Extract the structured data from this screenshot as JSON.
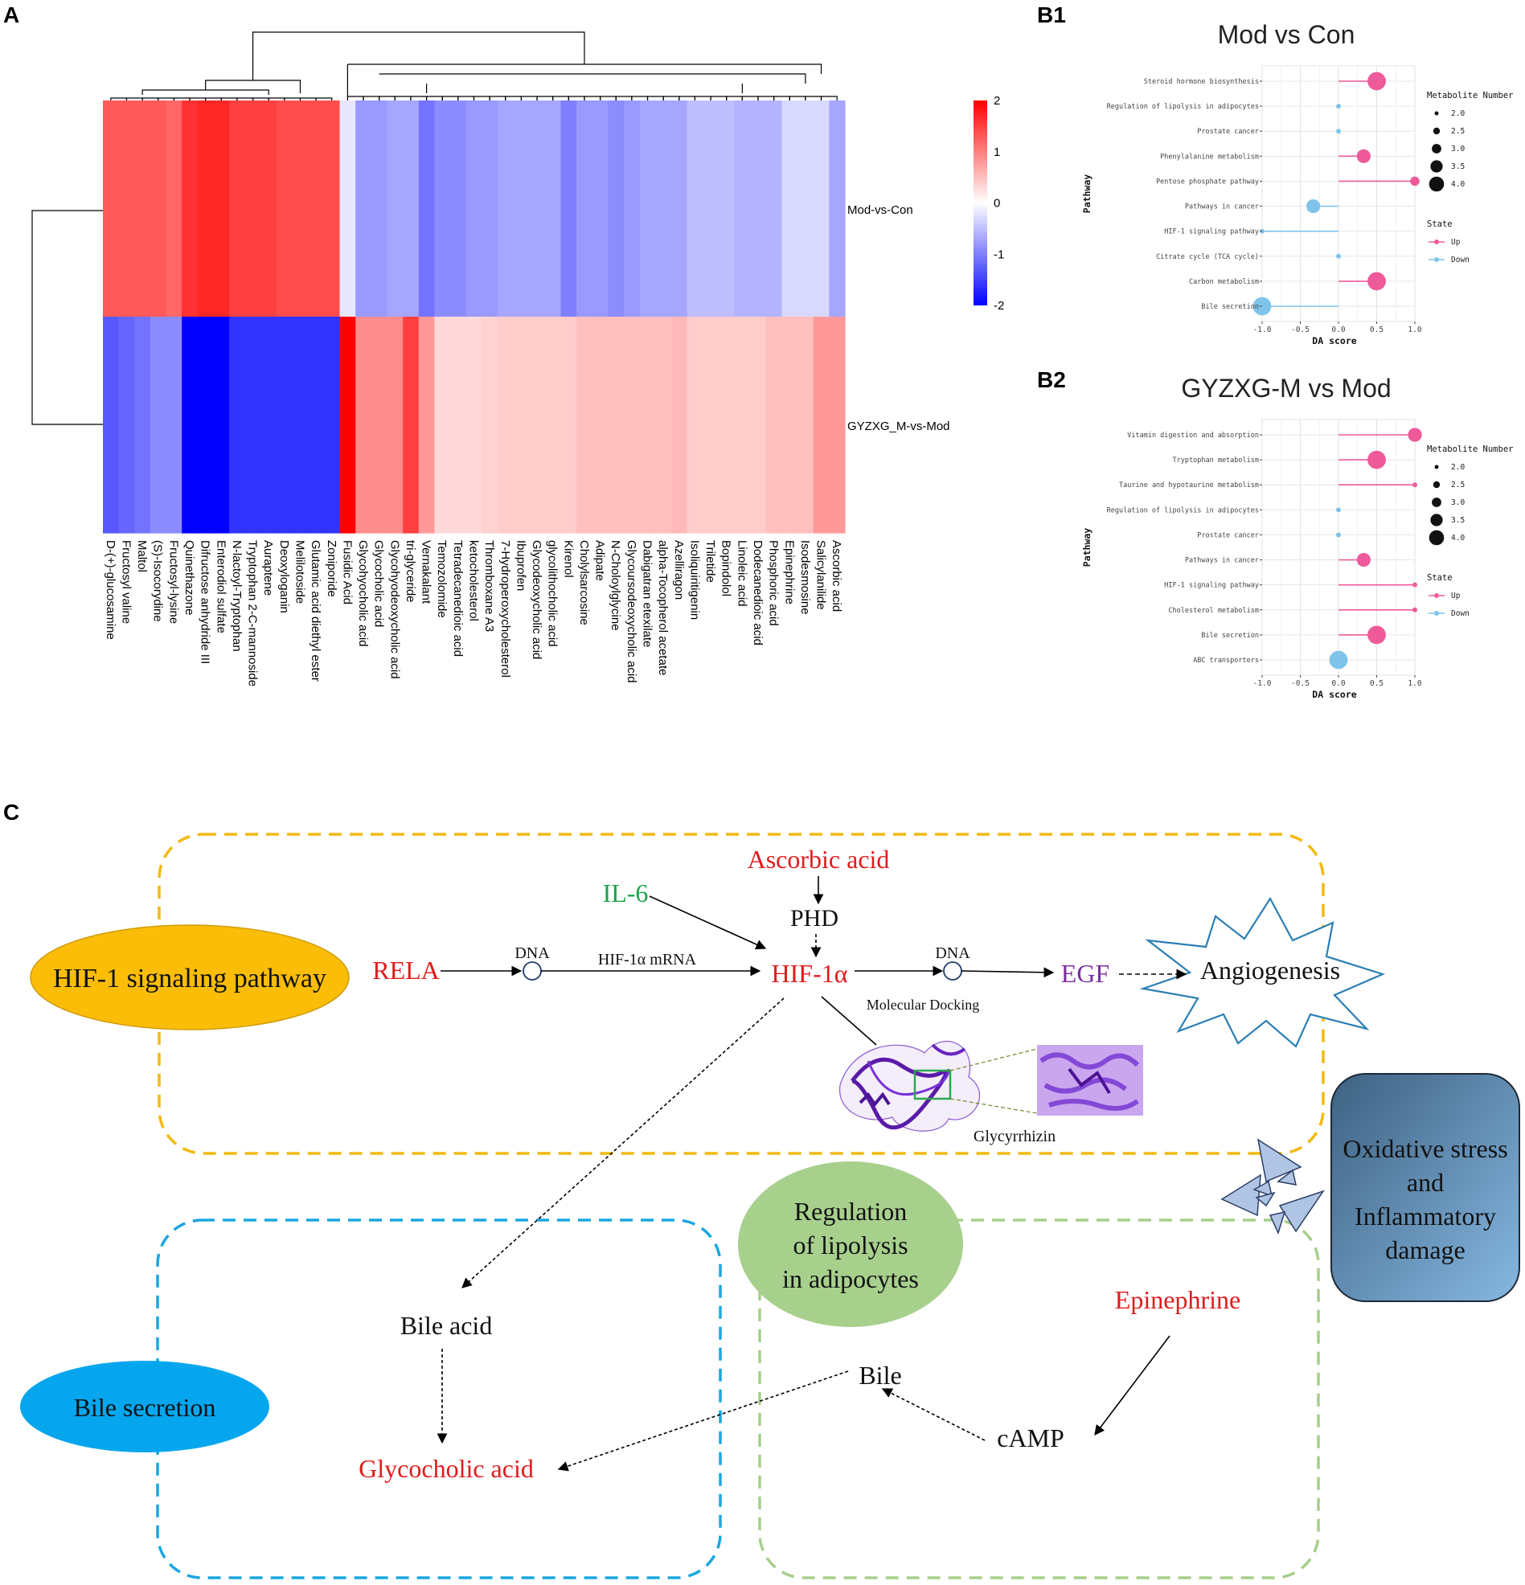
{
  "panels": {
    "a": "A",
    "b1": "B1",
    "b2": "B2",
    "c": "C"
  },
  "chart_data": [
    {
      "type": "heatmap",
      "rows": [
        "Mod-vs-Con",
        "GYZXG_M-vs-Mod"
      ],
      "columns": [
        "D-(+)-glucosamine",
        "Fructosyl valine",
        "Maltol",
        "(S)-Isocorydine",
        "Fructosyl-lysine",
        "Quinethazone",
        "Difructose anhydride III",
        "Enterodiol sulfate",
        "N-lactoyl-Tryptophan",
        "Tryptophan 2-C-mannoside",
        "Auraptene",
        "Deoxyloganin",
        "Melilotoside",
        "Glutamic acid diethyl ester",
        "Zoniporide",
        "Fusidic Acid",
        "Glycohyocholic acid",
        "Glycocholic acid",
        "Glycohyodeoxycholic acid",
        "tri-glyceride",
        "Vernakalant",
        "Temozolomide",
        "Tetradecanedioic acid",
        "ketocholesterol",
        "Thromboxane A3",
        "7-Hydroperoxycholesterol",
        "Ibuprofen",
        "Glycodeoxycholic acid",
        "glycolithocholic acid",
        "Kirenol",
        "Cholylsarcosine",
        "Adipate",
        "N-Choloylglycine",
        "Glycoursodeoxycholic acid",
        "Dabigatran etexilate",
        "alpha-Tocopherol acetate",
        "Azelliragon",
        "Isoliquiritigenin",
        "Triletide",
        "Bopindolol",
        "Linoleic acid",
        "Dodecanedioic acid",
        "Phosphoric acid",
        "Epinephrine",
        "Isodesmosine",
        "Salicylanilide",
        "Ascorbic acid"
      ],
      "values": [
        [
          1.3,
          1.3,
          1.3,
          1.3,
          1.2,
          1.6,
          1.7,
          1.7,
          1.5,
          1.5,
          1.5,
          1.4,
          1.4,
          1.4,
          1.4,
          -0.2,
          -0.8,
          -0.8,
          -0.7,
          -0.7,
          -1.1,
          -0.9,
          -0.9,
          -0.8,
          -0.8,
          -0.7,
          -0.7,
          -0.7,
          -0.7,
          -1.0,
          -0.8,
          -0.8,
          -0.9,
          -0.8,
          -0.7,
          -0.7,
          -0.7,
          -0.5,
          -0.5,
          -0.5,
          -0.6,
          -0.6,
          -0.6,
          -0.3,
          -0.3,
          -0.3,
          -0.7
        ],
        [
          -1.3,
          -1.2,
          -1.1,
          -0.9,
          -0.9,
          -2.3,
          -2.0,
          -2.0,
          -1.6,
          -1.6,
          -1.6,
          -1.6,
          -1.6,
          -1.6,
          -1.6,
          2.5,
          0.9,
          0.9,
          0.9,
          1.5,
          0.8,
          0.3,
          0.3,
          0.3,
          0.35,
          0.4,
          0.4,
          0.4,
          0.4,
          0.4,
          0.5,
          0.5,
          0.5,
          0.5,
          0.5,
          0.5,
          0.55,
          0.4,
          0.4,
          0.4,
          0.4,
          0.4,
          0.5,
          0.5,
          0.5,
          0.8,
          0.8
        ]
      ],
      "color_scale": {
        "min": -2,
        "max": 2,
        "ticks": [
          2,
          1,
          0,
          -1,
          -2
        ],
        "low_color": "#0000ff",
        "mid_color": "#ffffff",
        "high_color": "#ff0000"
      },
      "dendrograms": {
        "rows": true,
        "columns": true
      }
    },
    {
      "type": "scatter",
      "title": "Mod vs Con",
      "xlabel": "DA score",
      "ylabel": "Pathway",
      "xlim": [
        -1.0,
        1.0
      ],
      "xticks": [
        "-1.0",
        "-0.5",
        "0.0",
        "0.5",
        "1.0"
      ],
      "categories": [
        "Steroid hormone biosynthesis",
        "Regulation of lipolysis in adipocytes",
        "Prostate cancer",
        "Phenylalanine metabolism",
        "Pentose phosphate pathway",
        "Pathways in cancer",
        "HIF-1 signaling pathway",
        "Citrate cycle (TCA cycle)",
        "Carbon metabolism",
        "Bile secretion"
      ],
      "da_score": [
        0.5,
        0.0,
        0.0,
        0.33,
        1.0,
        -0.33,
        -1.0,
        0.0,
        0.5,
        -1.0
      ],
      "metabolite_number": [
        4,
        1,
        1,
        3,
        2,
        3,
        1,
        1,
        4,
        4
      ],
      "state": [
        "Up",
        "Down",
        "Down",
        "Up",
        "Up",
        "Down",
        "Down",
        "Down",
        "Up",
        "Down"
      ],
      "legend": {
        "size_title": "Metabolite Number",
        "size_values": [
          "2.0",
          "2.5",
          "3.0",
          "3.5",
          "4.0"
        ],
        "color_title": "State",
        "color_values": [
          "Up",
          "Down"
        ],
        "position": "right"
      },
      "colors": {
        "Up": "#ee5a9a",
        "Down": "#7ec3ea"
      }
    },
    {
      "type": "scatter",
      "title": "GYZXG-M vs Mod",
      "xlabel": "DA score",
      "ylabel": "Pathway",
      "xlim": [
        -1.0,
        1.0
      ],
      "xticks": [
        "-1.0",
        "-0.5",
        "0.0",
        "0.5",
        "1.0"
      ],
      "categories": [
        "Vitamin digestion and absorption",
        "Tryptophan metabolism",
        "Taurine and hypotaurine metabolism",
        "Regulation of lipolysis in adipocytes",
        "Prostate cancer",
        "Pathways in cancer",
        "HIF-1 signaling pathway",
        "Cholesterol metabolism",
        "Bile secretion",
        "ABC transporters"
      ],
      "da_score": [
        1.0,
        0.5,
        1.0,
        0.0,
        0.0,
        0.33,
        1.0,
        1.0,
        0.5,
        0.0
      ],
      "metabolite_number": [
        3,
        4,
        1,
        1,
        1,
        3,
        1,
        1,
        4,
        4
      ],
      "state": [
        "Up",
        "Up",
        "Up",
        "Down",
        "Down",
        "Up",
        "Up",
        "Up",
        "Up",
        "Down"
      ],
      "legend": {
        "size_title": "Metabolite Number",
        "size_values": [
          "2.0",
          "2.5",
          "3.0",
          "3.5",
          "4.0"
        ],
        "color_title": "State",
        "color_values": [
          "Up",
          "Down"
        ],
        "position": "right"
      },
      "colors": {
        "Up": "#ee5a9a",
        "Down": "#7ec3ea"
      }
    }
  ],
  "diagram": {
    "hif_pathway": "HIF-1  signaling pathway",
    "bile_secretion": "Bile secretion",
    "lipolysis": [
      "Regulation",
      "of lipolysis",
      "in adipocytes"
    ],
    "oxidative": [
      "Oxidative stress",
      "and",
      "Inflammatory",
      "damage"
    ],
    "ascorbic_acid": "Ascorbic acid",
    "il6": "IL-6",
    "phd": "PHD",
    "rela": "RELA",
    "dna": "DNA",
    "mrna": "HIF-1α mRNA",
    "hif1a": "HIF-1α",
    "egf": "EGF",
    "angiogenesis": "Angiogenesis",
    "molecular_docking": "Molecular Docking",
    "glycyrrhizin": "Glycyrrhizin",
    "bile_acid": "Bile acid",
    "glycocholic_acid": "Glycocholic acid",
    "epinephrine": "Epinephrine",
    "bile": "Bile",
    "camp": "cAMP",
    "colors": {
      "red": "#e01b1b",
      "green": "#1aa34a",
      "purple": "#7a2fa0",
      "hif_box": "#f2b90f",
      "bile_box": "#1aa7e0",
      "lipo_box": "#a6cf8b",
      "hif_ellipse": "#fbbd08",
      "bile_ellipse": "#06a6ee",
      "lipo_ellipse": "#a8d08d"
    }
  }
}
